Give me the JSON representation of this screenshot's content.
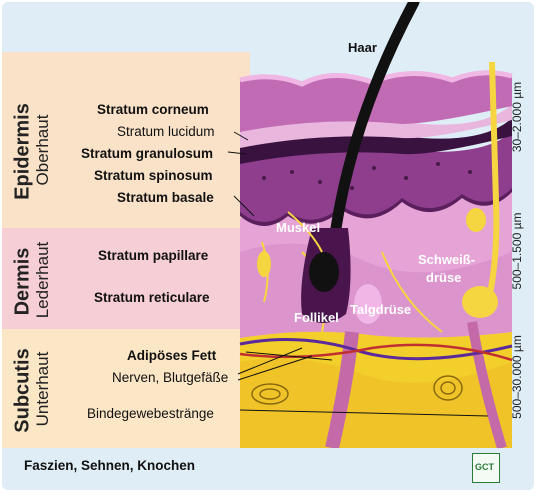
{
  "sections": [
    {
      "key": "epidermis",
      "title": "Epidermis",
      "subtitle": "Oberhaut",
      "thickness": "30–2.000 µm",
      "color": "#f9e2c8"
    },
    {
      "key": "dermis",
      "title": "Dermis",
      "subtitle": "Lederhaut",
      "thickness": "500–1.500 µm",
      "color": "#f6cfd6"
    },
    {
      "key": "subcutis",
      "title": "Subcutis",
      "subtitle": "Unterhaut",
      "thickness": "500–30.000 µm",
      "color": "#fbe6c6"
    }
  ],
  "layer_labels": {
    "stratum_corneum": "Stratum corneum",
    "stratum_lucidum": "Stratum lucidum",
    "stratum_granulosum": "Stratum granulosum",
    "stratum_spinosum": "Stratum spinosum",
    "stratum_basale": "Stratum basale",
    "stratum_papillare": "Stratum papillare",
    "stratum_reticulare": "Stratum reticulare",
    "adipoeses_fett": "Adipöses Fett",
    "nerven_blutgefaesse": "Nerven, Blutgefäße",
    "bindegewebestraenge": "Bindegewebestränge"
  },
  "footer_label": "Faszien, Sehnen, Knochen",
  "structure_labels": {
    "haar": "Haar",
    "muskel": "Muskel",
    "follikel": "Follikel",
    "talgdruese": "Talgdrüse",
    "schweissdruese_line1": "Schweiß-",
    "schweissdruese_line2": "drüse"
  },
  "colors": {
    "epidermis_band": "#f9e2c8",
    "dermis_band": "#f6cfd6",
    "subcutis_band": "#fbe6c6",
    "background": "#dfeef6",
    "tissue_pink": "#e49bd2",
    "tissue_purple": "#6a2a6e",
    "fat_yellow": "#f3cf2c",
    "hair_black": "#111111"
  },
  "logo": {
    "text": "GCT"
  }
}
